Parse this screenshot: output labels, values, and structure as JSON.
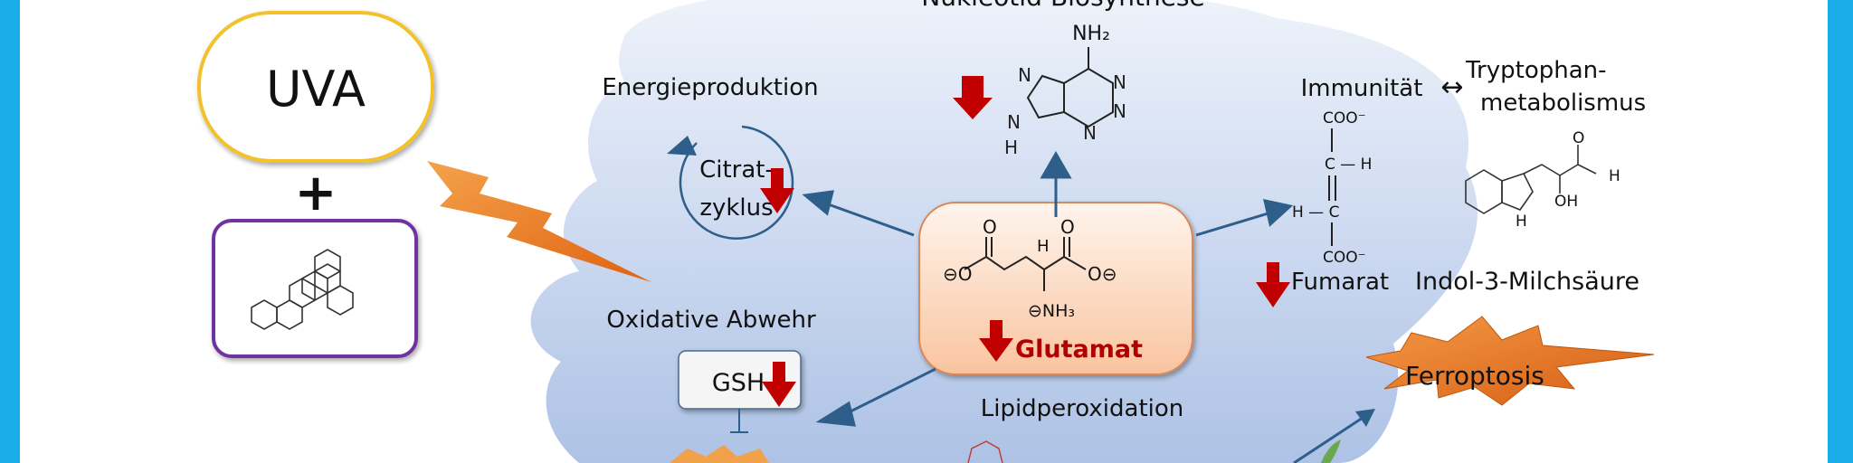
{
  "colors": {
    "frame": "#1aace8",
    "cloud_top": "#e3ebf7",
    "cloud_bottom": "#a9bfe4",
    "arrow": "#2d5f8a",
    "down_arrow": "#c00000",
    "uva_border": "#f3c12b",
    "pah_border": "#7030a0",
    "glutamat_fill": "#fbd3b7",
    "glutamat_border": "#d8895a",
    "glutamat_text": "#b00000",
    "ferroptosis_fill": "#e8731f",
    "lightning": "#e8731f"
  },
  "inputs": {
    "uva_label": "UVA",
    "plus_label": "+"
  },
  "center": {
    "metabolite_label": "Glutamat",
    "nh3_label": "⊖NH₃",
    "h_label": "H",
    "o_label_1": "O",
    "o_label_2": "O"
  },
  "branches": {
    "nucleotide_title": "Nukleotid-Biosynthese",
    "nh2_label": "NH₂",
    "energy_title": "Energieproduktion",
    "citrate_cycle": [
      "Citrat-",
      "zyklus"
    ],
    "immunity_title": "Immunität",
    "immunity_arrow": "↔",
    "tryptophan_line1": "Tryptophan-",
    "tryptophan_line2": "metabolismus",
    "fumarat_label": "Fumarat",
    "coo_top": "COO⁻",
    "coo_bottom": "COO⁻",
    "ch_label": "C — H",
    "hc_label": "H — C",
    "indole_label": "Indol-3-Milchsäure",
    "indole_oh": "OH",
    "indole_o": "O",
    "indole_h": "H",
    "indole_nh": "H",
    "oxidative_title": "Oxidative Abwehr",
    "gsh_label": "GSH",
    "lipid_title": "Lipidperoxidation",
    "ferroptosis_label": "Ferroptosis"
  }
}
